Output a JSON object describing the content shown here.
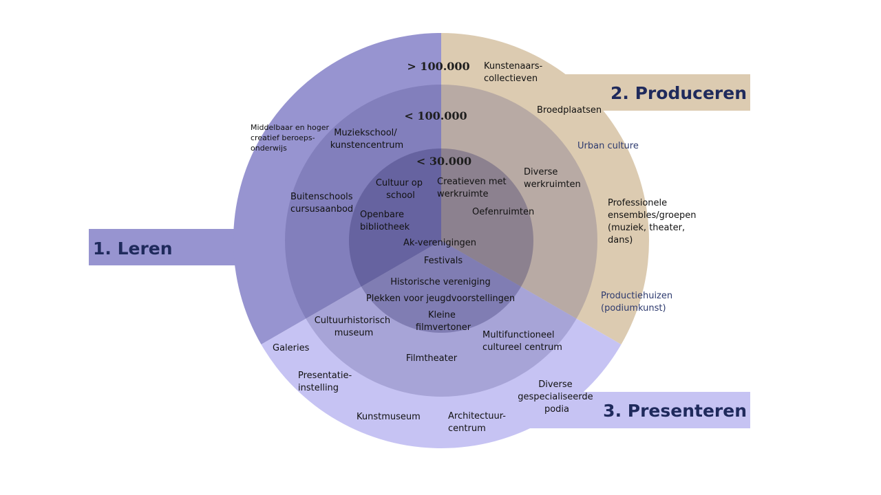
{
  "colors": {
    "leren": "#9794d0",
    "produceren": "#dccbb1",
    "presenteren": "#c6c3f3",
    "ring_mid_overlay": "rgba(60,55,120,0.22)",
    "ring_inner_overlay": "rgba(40,35,95,0.30)",
    "title_text": "#1f2a5c"
  },
  "categories": {
    "leren": "1. Leren",
    "produceren": "2. Produceren",
    "presenteren": "3. Presenteren"
  },
  "thresholds": {
    "outer": "> 100.000",
    "middle": "< 100.000",
    "inner": "< 30.000"
  },
  "labels": {
    "middelbaar": [
      "Middelbaar en hoger",
      "creatief beroeps-",
      "onderwijs"
    ],
    "muziekschool": [
      "Muziekschool/",
      "kunstencentrum"
    ],
    "buitenschools": [
      "Buitenschools",
      "cursusaanbod"
    ],
    "cultuur_op_school": [
      "Cultuur op",
      "school"
    ],
    "openbare_bibliotheek": [
      "Openbare",
      "bibliotheek"
    ],
    "ak_verenigingen": "Ak-verenigingen",
    "kunstenaars": [
      "Kunstenaars-",
      "collectieven"
    ],
    "broedplaatsen": "Broedplaatsen",
    "urban_culture": "Urban culture",
    "diverse_werkruimten": [
      "Diverse",
      "werkruimten"
    ],
    "creatieven": [
      "Creatieven met",
      "werkruimte"
    ],
    "oefenruimten": "Oefenruimten",
    "professionele": [
      "Professionele",
      "ensembles/groepen",
      "(muziek, theater,",
      "dans)"
    ],
    "productiehuizen": [
      "Productiehuizen",
      "(podiumkunst)"
    ],
    "festivals": "Festivals",
    "historische": "Historische vereniging",
    "plekken": "Plekken voor jeugdvoorstellingen",
    "cultuurhistorisch": [
      "Cultuurhistorisch",
      "museum"
    ],
    "kleine": [
      "Kleine",
      "filmvertoner"
    ],
    "multifunctioneel": [
      "Multifunctioneel",
      "cultureel centrum"
    ],
    "filmtheater": "Filmtheater",
    "galeries": "Galeries",
    "presentatie": [
      "Presentatie-",
      "instelling"
    ],
    "kunstmuseum": "Kunstmuseum",
    "architectuur": [
      "Architectuur-",
      "centrum"
    ],
    "diverse_podia": [
      "Diverse",
      "gespecialiseerde",
      "podia"
    ]
  }
}
